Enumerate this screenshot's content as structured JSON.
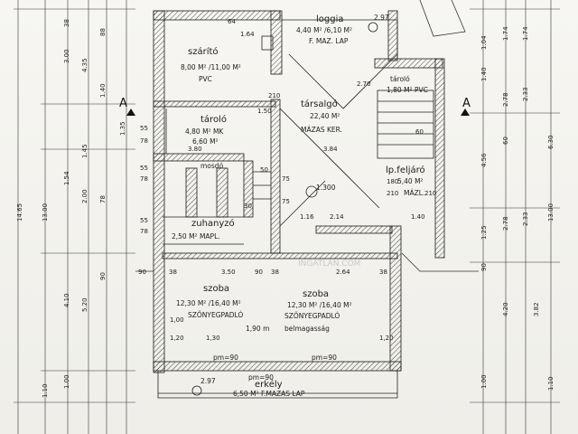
{
  "rooms": {
    "szarito": {
      "name": "szárító",
      "area": "8,00 M² /11,00 M²",
      "floor": "PVC"
    },
    "loggia": {
      "name": "loggia",
      "area": "4,40 M² /6,10 M²",
      "floor": "F. MAZ. LAP"
    },
    "taroloTop": {
      "name": "tároló",
      "area": "1,80 M² PVC"
    },
    "tarsalgo": {
      "name": "társalgó",
      "area": "22,40 M²",
      "floor": "MÁZAS KER."
    },
    "taroloMid": {
      "name": "tároló",
      "area": "4,80 M² MK",
      "area2": "6,60 M²"
    },
    "mosdo": {
      "name": "mosdó"
    },
    "lpfeljaro": {
      "name": "lp.feljáró",
      "area": "5,40 M²",
      "floor": "MÁZL."
    },
    "zuhanyzo": {
      "name": "zuhanyzó",
      "area": "2,50 M² MAPL."
    },
    "szoba1": {
      "name": "szoba",
      "area": "12,30 M² /16,40 M²",
      "floor": "SZŐNYEGPADLÓ"
    },
    "szoba2": {
      "name": "szoba",
      "area": "12,30 M² /16,40 M²",
      "floor": "SZŐNYEGPADLÓ",
      "note": "belmagasság"
    },
    "erkely": {
      "name": "erkély",
      "area": "6,50 M² F.MAZAS LAP"
    }
  },
  "sectionMarks": {
    "left": "A",
    "right": "A"
  },
  "levels": {
    "l297top": "2.97",
    "l297bot": "2.97",
    "l300": "1.300",
    "lpm90a": "pm=90",
    "lpm90b": "pm=90",
    "lpm90c": "pm=90",
    "l190": "1,90 m"
  },
  "dims": {
    "d380": "3.80",
    "d384": "3.84",
    "d350": "3.50",
    "d264": "2.64",
    "d90a": "90",
    "d90b": "90",
    "d38a": "38",
    "d38b": "38",
    "d38c": "38",
    "d210a": "210",
    "d210b": "210",
    "d210c": "210",
    "d180": "180",
    "d116": "1.16",
    "d214": "2.14",
    "d140": "1.40",
    "d120a": "1,20",
    "d120b": "1,20",
    "d100": "1,00",
    "d130": "1,30",
    "d55a": "55",
    "d78a": "78",
    "d55b": "55",
    "d78b": "78",
    "d55c": "55",
    "d78c": "78",
    "d64": "64",
    "d164": "1.64",
    "d150": "1.50",
    "d270": "2.70",
    "d75a": "75",
    "d75b": "75",
    "d30": "30",
    "d50": "50",
    "d60": "60"
  },
  "leftDims": {
    "l1": "4.35",
    "l2": "3.00",
    "l3": "1.40",
    "l4": "1.45",
    "l5": "1.54",
    "l6": "2.00",
    "l7": "4.10",
    "l8": "5.20",
    "l9": "14.65",
    "l10": "13.00",
    "l11": "1.00",
    "l12": "1.10",
    "l13": "38",
    "l14": "78",
    "l15": "90",
    "l16": "88",
    "l17": "1.35"
  },
  "rightDims": {
    "r1": "1.04",
    "r2": "1.74",
    "r3": "1.74",
    "r4": "2.78",
    "r5": "2.33",
    "r6": "4.56",
    "r7": "6.30",
    "r8": "2.78",
    "r9": "2.33",
    "r10": "13.00",
    "r11": "4.20",
    "r12": "3.82",
    "r13": "1.00",
    "r14": "1.10",
    "r15": "90",
    "r16": "60",
    "r17": "1.25",
    "r18": "1.40"
  },
  "watermark": "INGATLAN.COM"
}
